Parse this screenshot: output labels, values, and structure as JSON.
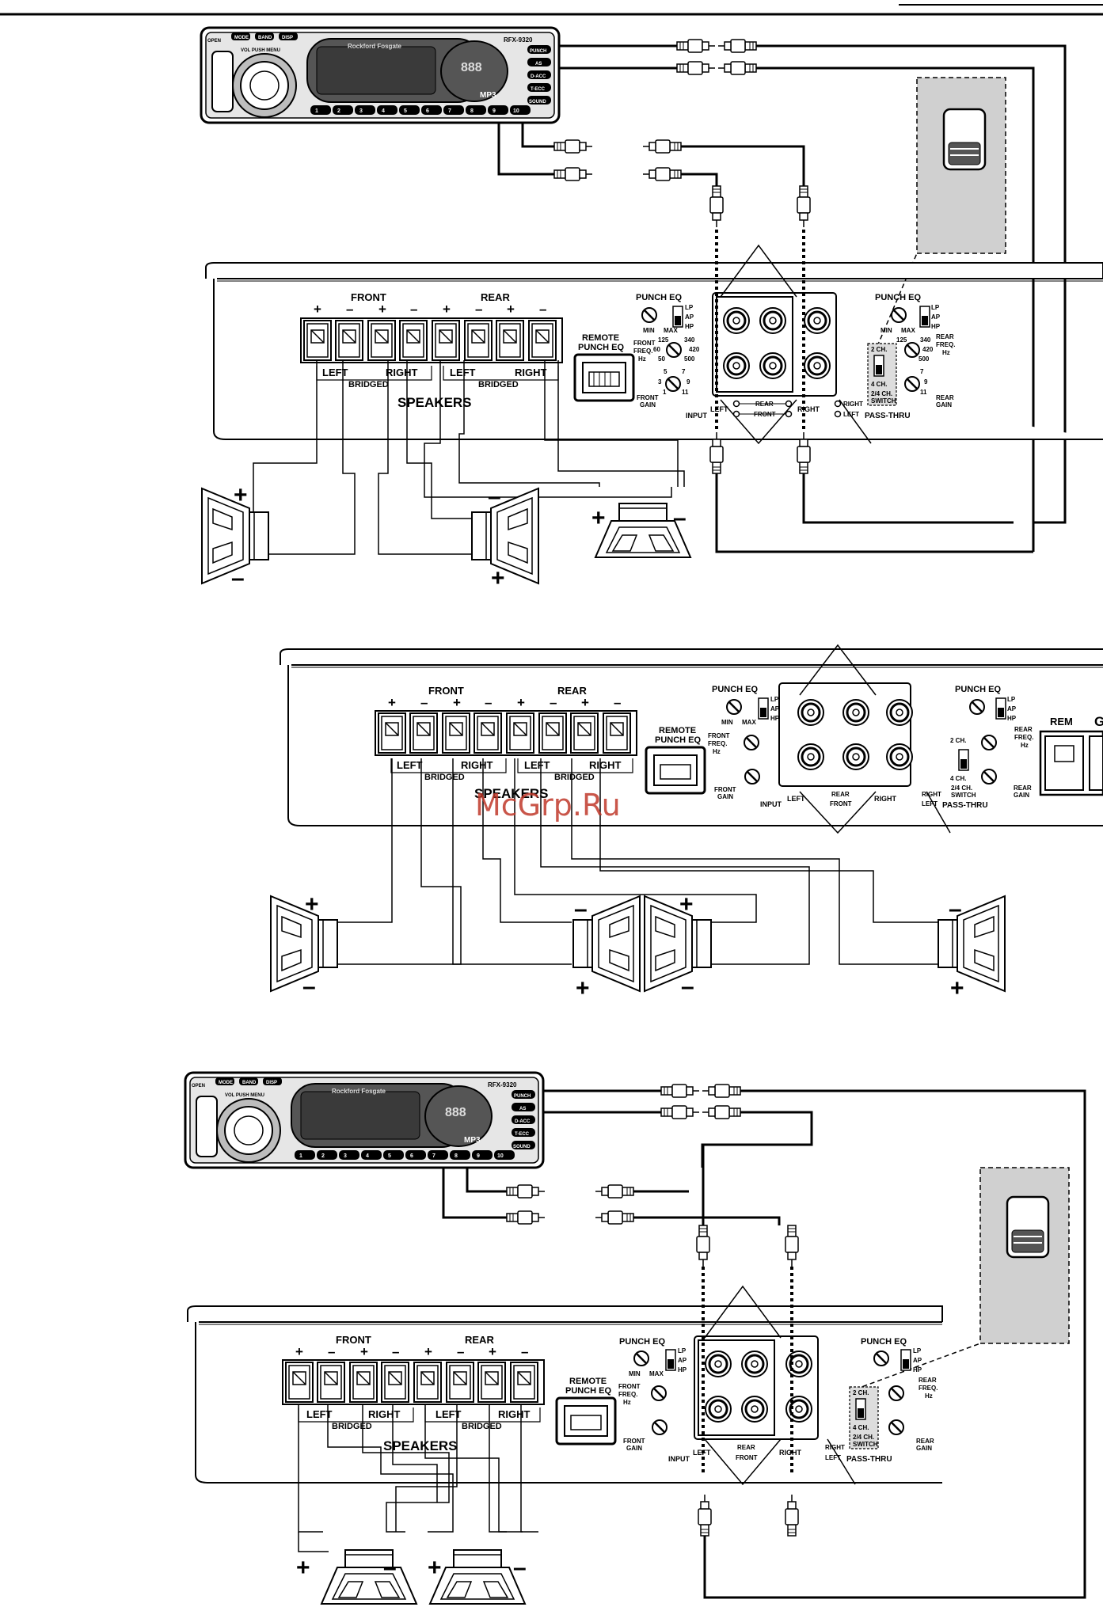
{
  "watermark": "McGrp.Ru",
  "colors": {
    "line": "#000000",
    "panel": "#e6e6e6",
    "module": "#d0d0d0",
    "watermark": "#c0392b"
  },
  "headunit": {
    "model": "RFX-9320",
    "brand": "Rockford Fosgate",
    "buttons_top": [
      "MODE",
      "BAND",
      "DISP"
    ],
    "buttons_right": [
      "PUNCH",
      "AS",
      "D-ACC",
      "T-ECC",
      "SOUND"
    ],
    "knob_label": "VOL PUSH MENU",
    "open_label": "OPEN",
    "badge": "MP3",
    "display": "888",
    "presets": [
      "1",
      "2",
      "3",
      "4",
      "5",
      "6",
      "7",
      "8",
      "9",
      "10"
    ]
  },
  "amp": {
    "front": "FRONT",
    "rear": "REAR",
    "speaker_signs": [
      "+",
      "–",
      "+",
      "–",
      "+",
      "–",
      "+",
      "–"
    ],
    "left": "LEFT",
    "right": "RIGHT",
    "bridged": "BRIDGED",
    "speakers": "SPEAKERS",
    "remote_line1": "REMOTE",
    "remote_line2": "PUNCH EQ",
    "punch_eq": "PUNCH EQ",
    "min": "MIN",
    "max": "MAX",
    "lp": "LP",
    "ap": "AP",
    "hp": "HP",
    "front_freq_1": "FRONT",
    "front_freq_2": "FREQ.",
    "front_freq_3": "Hz",
    "rear_freq_1": "REAR",
    "rear_freq_2": "FREQ.",
    "rear_freq_3": "Hz",
    "freq_values": [
      "125",
      "340",
      "60",
      "420",
      "50",
      "500"
    ],
    "gain_values": [
      "5",
      "7",
      "3",
      "9",
      "1",
      "11"
    ],
    "front_gain_1": "FRONT",
    "front_gain_2": "GAIN",
    "rear_gain_1": "REAR",
    "rear_gain_2": "GAIN",
    "input": "INPUT",
    "rca_rear": "REAR",
    "rca_front": "FRONT",
    "pass_left": "LEFT",
    "pass_right": "RIGHT",
    "pass_thru": "PASS-THRU",
    "ch2": "2 CH.",
    "ch4": "4 CH.",
    "switch_1": "2/4 CH.",
    "switch_2": "SWITCH",
    "rem": "REM",
    "gnd": "G"
  },
  "polarity": {
    "plus": "+",
    "minus": "–"
  }
}
